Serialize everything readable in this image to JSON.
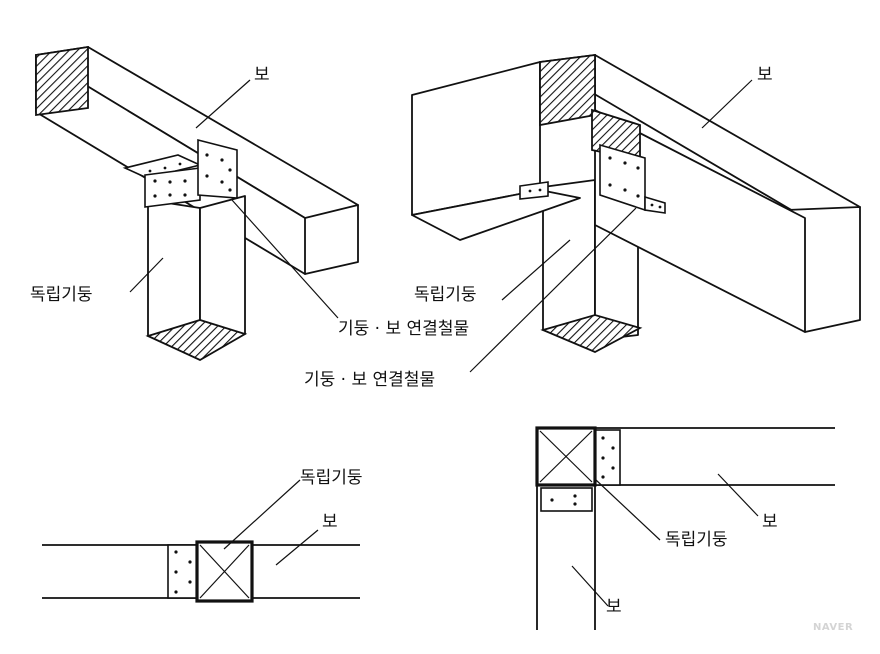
{
  "labels": {
    "beam": "보",
    "column": "독립기둥",
    "connector": "기둥 · 보 연결철물"
  },
  "watermark": "NAVER",
  "colors": {
    "line": "#111111",
    "background": "#ffffff",
    "watermark": "#d4d4d4"
  }
}
